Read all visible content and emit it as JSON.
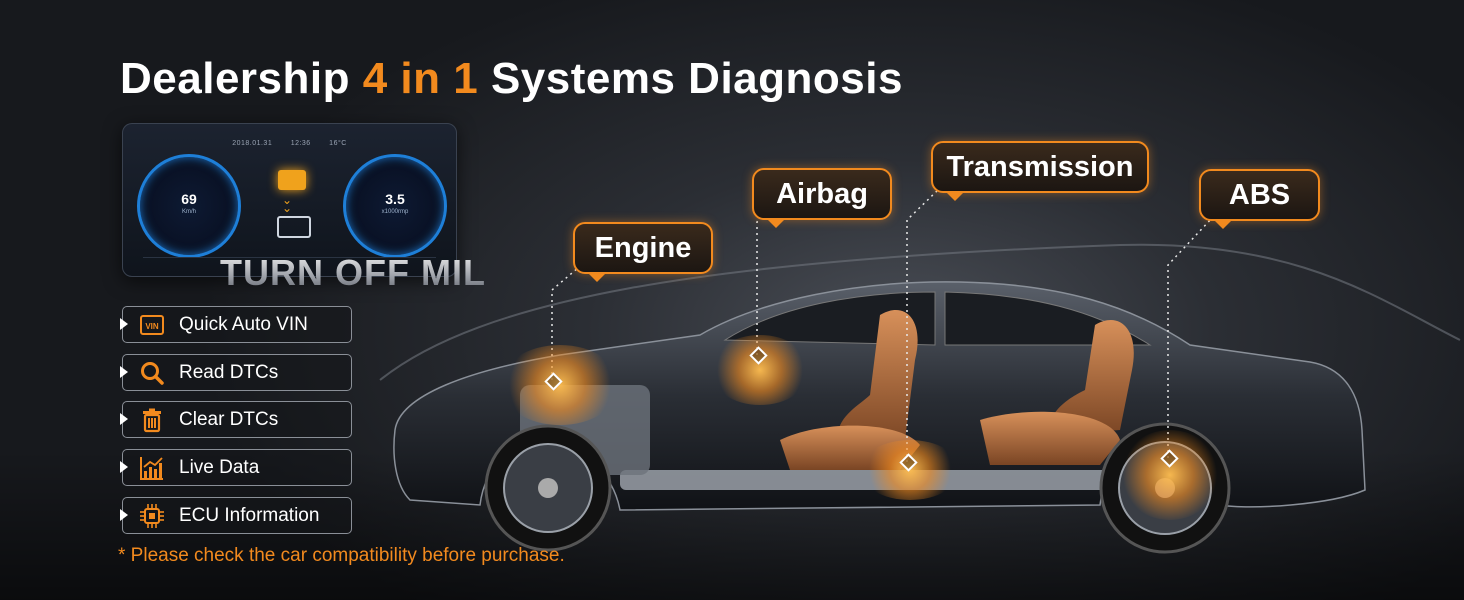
{
  "title": {
    "part1": "Dealership",
    "accent": "4 in 1",
    "part2": "Systems Diagnosis"
  },
  "dashboard": {
    "date": "2018.01.31",
    "time": "12:36",
    "temp": "16°C",
    "speed_value": "69",
    "speed_unit": "Km/h",
    "rpm_value": "3.5",
    "rpm_unit": "x1000rmp",
    "overlay_text": "TURN OFF MIL"
  },
  "features": [
    {
      "label": "Quick Auto VIN",
      "icon": "vin-icon"
    },
    {
      "label": "Read DTCs",
      "icon": "search-icon"
    },
    {
      "label": "Clear DTCs",
      "icon": "trash-icon"
    },
    {
      "label": "Live Data",
      "icon": "chart-icon"
    },
    {
      "label": "ECU Information",
      "icon": "chip-icon"
    }
  ],
  "note": "* Please check the car compatibility before purchase.",
  "callouts": {
    "engine": "Engine",
    "airbag": "Airbag",
    "transmission": "Transmission",
    "abs": "ABS"
  },
  "colors": {
    "accent": "#f28a1e",
    "text": "#ffffff",
    "background": "#2b2e34"
  }
}
